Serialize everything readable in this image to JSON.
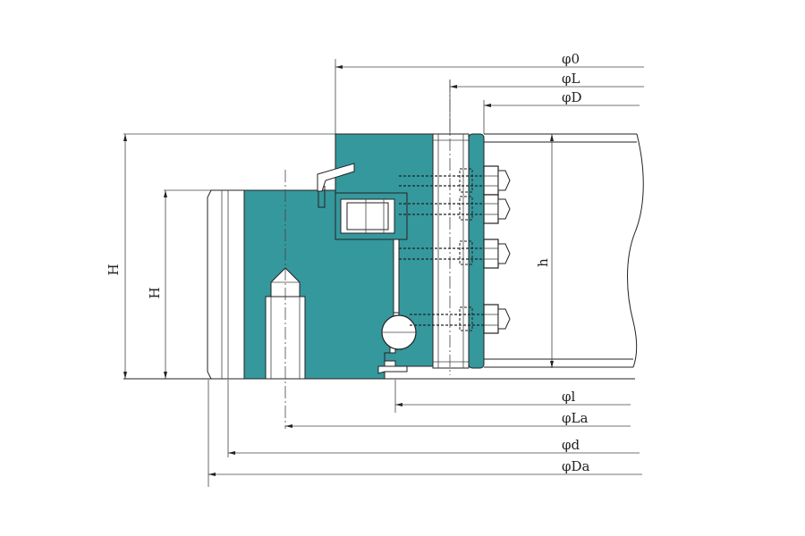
{
  "labels": {
    "outer_diameter": "φ0",
    "bolt_circle_outer": "φL",
    "outer_ring_inner": "φD",
    "inner_ring_outer": "φl",
    "bolt_circle_inner": "φLa",
    "inner_diameter": "φd",
    "gear_diameter": "φDa",
    "total_height": "H",
    "inner_height": "H",
    "gear_height": "h"
  },
  "colors": {
    "ring_fill": "#35989d",
    "ring_dark": "#2c8387",
    "line": "#222222"
  }
}
